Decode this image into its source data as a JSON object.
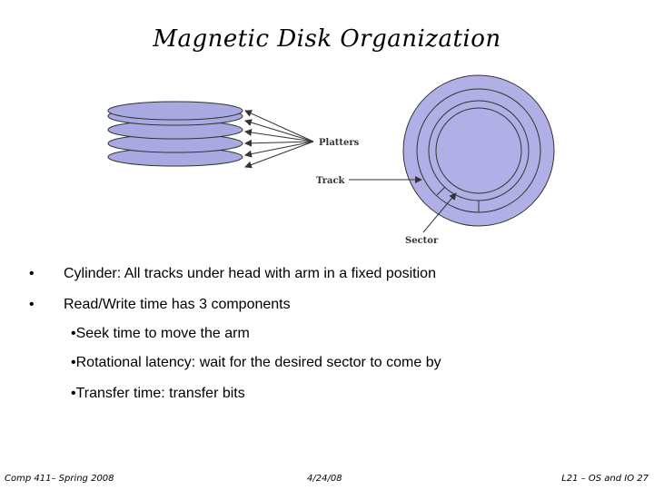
{
  "slide": {
    "title": "Magnetic Disk Organization"
  },
  "diagram": {
    "labels": {
      "platters": "Platters",
      "track": "Track",
      "sector": "Sector"
    },
    "platter_count": 5,
    "colors": {
      "platter_fill": "#a9a9e2",
      "disk_fill": "#b0b0e6",
      "stroke": "#333333"
    }
  },
  "bullets": [
    {
      "text": "Cylinder: All tracks under head with arm in a fixed position",
      "sub": []
    },
    {
      "text": "Read/Write time has 3 components",
      "sub": [
        "Seek time to move the arm",
        "Rotational latency: wait for the desired sector to come by",
        "Transfer time: transfer bits"
      ]
    }
  ],
  "footer": {
    "left": "Comp 411– Spring 2008",
    "center": "4/24/08",
    "right": "L21 – OS and IO 27"
  }
}
